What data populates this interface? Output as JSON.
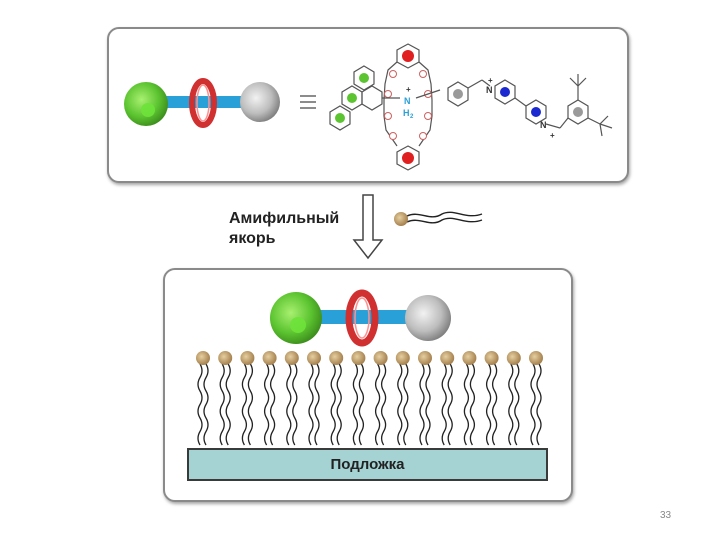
{
  "anchor_label": "Амифильный\nякорь",
  "substrate_label": "Подложка",
  "page_number": "33",
  "molecule_labels": {
    "amine_n": "N",
    "amine_h2": "H",
    "amine_sub": "2",
    "pyridinium_n": "N"
  },
  "colors": {
    "stopper_green": "#5cc430",
    "ring_red": "#d03030",
    "axle_blue": "#2aa0d8",
    "stopper_gray": "#bdbdbd",
    "substrate": "#a5d3d4",
    "lipid_head": "#b89460"
  }
}
